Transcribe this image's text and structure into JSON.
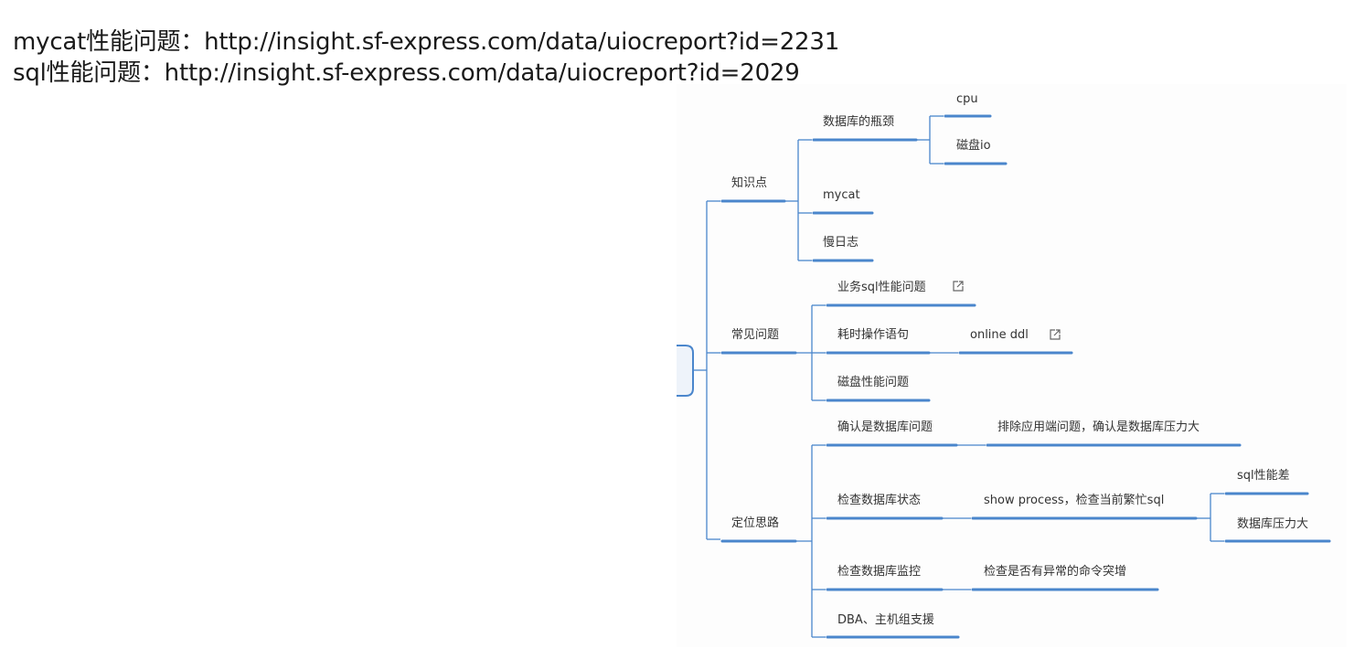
{
  "header": {
    "line1": "mycat性能问题：http://insight.sf-express.com/data/uiocreport?id=2231",
    "line2": "sql性能问题：http://insight.sf-express.com/data/uiocreport?id=2029"
  },
  "mindmap": {
    "colors": {
      "line": "#4a86cc",
      "text": "#333333"
    },
    "root": {
      "label": ""
    },
    "branch1": {
      "label": "知识点",
      "child1": {
        "label": "数据库的瓶颈",
        "sub1": "cpu",
        "sub2": "磁盘io"
      },
      "child2": "mycat",
      "child3": "慢日志"
    },
    "branch2": {
      "label": "常见问题",
      "child1": {
        "label": "业务sql性能问题",
        "has_link": true
      },
      "child2": {
        "label": "耗时操作语句",
        "sub1": "online ddl",
        "sub1_has_link": true
      },
      "child3": "磁盘性能问题"
    },
    "branch3": {
      "label": "定位思路",
      "child1": {
        "label": "确认是数据库问题",
        "sub1": "排除应用端问题，确认是数据库压力大"
      },
      "child2": {
        "label": "检查数据库状态",
        "sub1": {
          "label": "show process，检查当前繁忙sql",
          "leaf1": "sql性能差",
          "leaf2": "数据库压力大"
        }
      },
      "child3": {
        "label": "检查数据库监控",
        "sub1": "检查是否有异常的命令突增"
      },
      "child4": "DBA、主机组支援"
    }
  }
}
